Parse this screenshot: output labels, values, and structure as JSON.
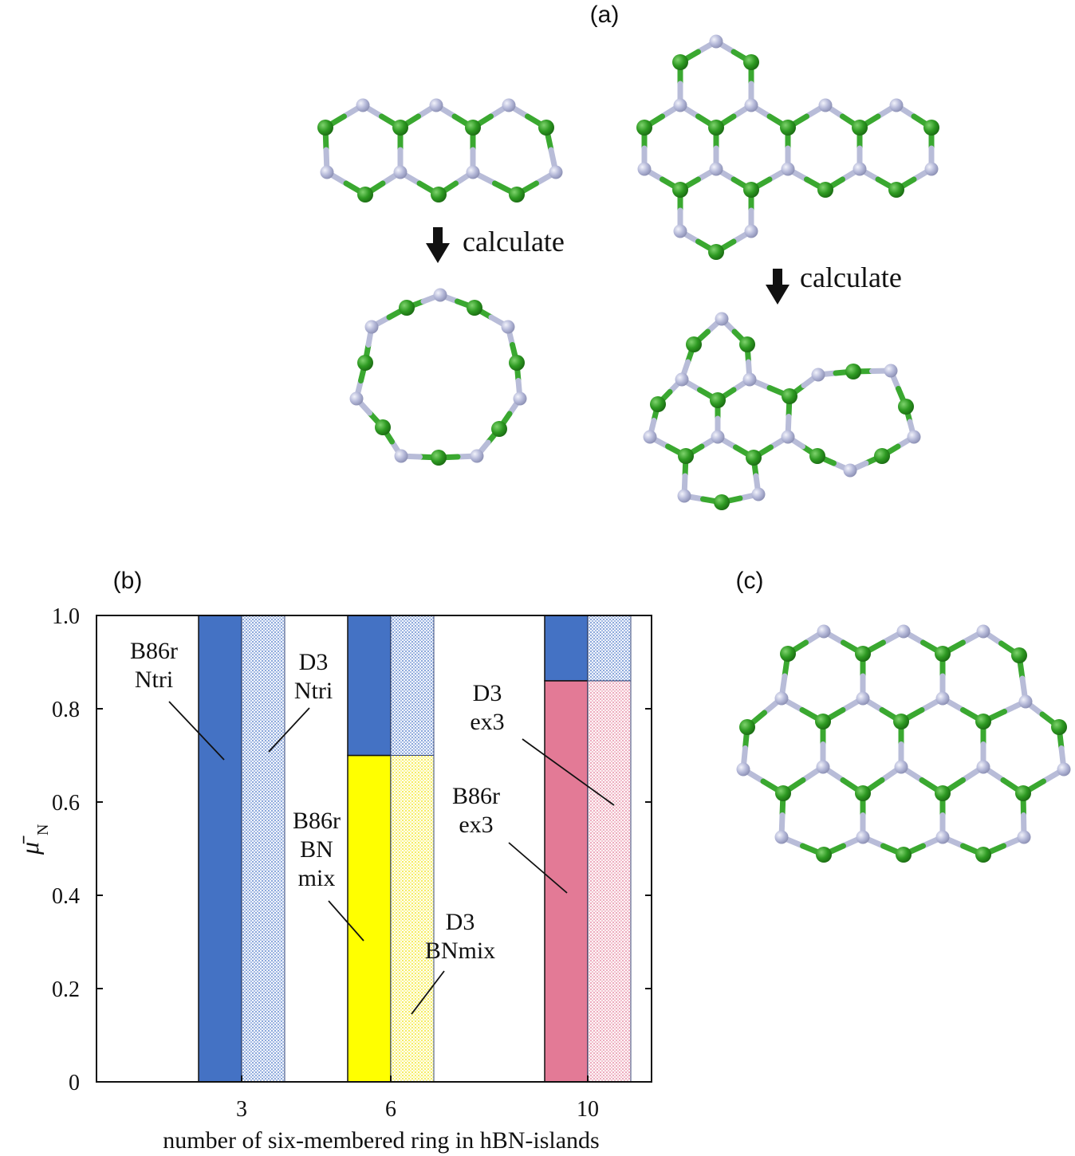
{
  "panels": {
    "a": "(a)",
    "b": "(b)",
    "c": "(c)"
  },
  "arrows": {
    "left_text": "calculate",
    "right_text": "calculate"
  },
  "colors": {
    "boron_green": "#2e9a22",
    "nitrogen_lavender": "#b4b8d8",
    "bond_green": "#3aa830",
    "bond_lavender": "#b8bcd8",
    "blue": "#4472c4",
    "yellow": "#ffff00",
    "pink": "#e37a96"
  },
  "chart_data": {
    "type": "bar",
    "title": "",
    "xlabel": "number of six-membered ring in hBN-islands",
    "ylabel_main": "μ̄",
    "ylabel_sub": "N",
    "ylim": [
      0,
      1.0
    ],
    "yticks": [
      "0",
      "0.2",
      "0.4",
      "0.6",
      "0.8",
      "1.0"
    ],
    "categories": [
      "3",
      "6",
      "10"
    ],
    "stacked": true,
    "groups": [
      {
        "category": "3",
        "bars": [
          {
            "method": "B86r",
            "style": "solid",
            "segments": [
              {
                "label": "Ntri",
                "value": 1.0,
                "color": "#4472c4"
              }
            ]
          },
          {
            "method": "D3",
            "style": "dotted",
            "segments": [
              {
                "label": "Ntri",
                "value": 1.0,
                "color": "#4472c4"
              }
            ]
          }
        ]
      },
      {
        "category": "6",
        "bars": [
          {
            "method": "B86r",
            "style": "solid",
            "segments": [
              {
                "label": "BN mix",
                "value": 0.7,
                "color": "#ffff00"
              },
              {
                "label": "Ntri",
                "value": 0.3,
                "color": "#4472c4"
              }
            ]
          },
          {
            "method": "D3",
            "style": "dotted",
            "segments": [
              {
                "label": "BNmix",
                "value": 0.7,
                "color": "#ffff00"
              },
              {
                "label": "Ntri",
                "value": 0.3,
                "color": "#4472c4"
              }
            ]
          }
        ]
      },
      {
        "category": "10",
        "bars": [
          {
            "method": "B86r",
            "style": "solid",
            "segments": [
              {
                "label": "ex3",
                "value": 0.86,
                "color": "#e37a96"
              },
              {
                "label": "Ntri",
                "value": 0.14,
                "color": "#4472c4"
              }
            ]
          },
          {
            "method": "D3",
            "style": "dotted",
            "segments": [
              {
                "label": "ex3",
                "value": 0.86,
                "color": "#e37a96"
              },
              {
                "label": "Ntri",
                "value": 0.14,
                "color": "#4472c4"
              }
            ]
          }
        ]
      }
    ],
    "annotations": [
      {
        "lines": [
          "B86r",
          "Ntri"
        ]
      },
      {
        "lines": [
          "D3",
          "Ntri"
        ]
      },
      {
        "lines": [
          "B86r",
          "BN",
          "mix"
        ]
      },
      {
        "lines": [
          "D3",
          "BNmix"
        ]
      },
      {
        "lines": [
          "D3",
          "ex3"
        ]
      },
      {
        "lines": [
          "B86r",
          "ex3"
        ]
      }
    ]
  }
}
